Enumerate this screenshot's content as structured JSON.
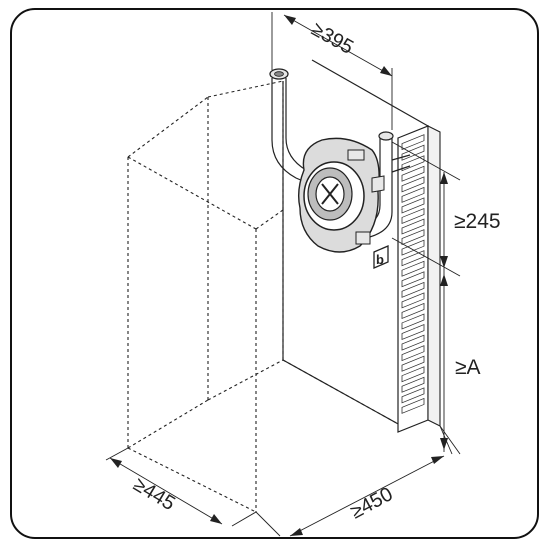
{
  "dimensions": {
    "top_width": "≥395",
    "right_upper_height": "≥245",
    "right_lower_height": "≥A",
    "bottom_depth": "≥445",
    "bottom_width": "≥450",
    "pipe_marker": "b"
  }
}
